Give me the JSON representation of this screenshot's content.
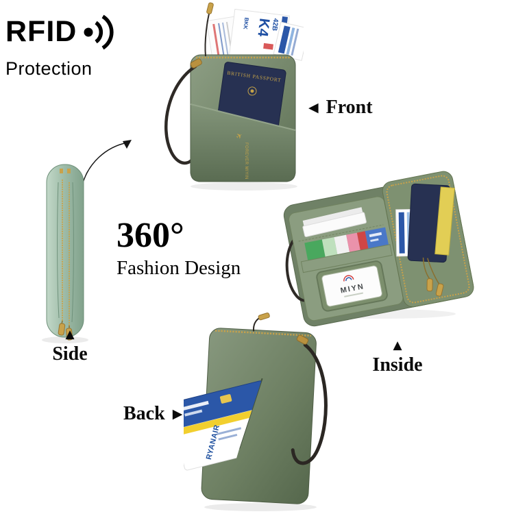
{
  "rfid": {
    "title": "RFID",
    "subtitle": "Protection",
    "icon": "rfid-signal-waves"
  },
  "center": {
    "degree": "360°",
    "subtitle": "Fashion Design"
  },
  "labels": {
    "front": {
      "arrow": "◀",
      "text": "Front"
    },
    "side": {
      "arrow": "▲",
      "text": "Side"
    },
    "inside": {
      "arrow": "▲",
      "text": "Inside"
    },
    "back": {
      "text": "Back",
      "arrow": "▶"
    }
  },
  "front_view": {
    "passport_title": "BRITISH PASSPORT",
    "brand": "FOREVER MIYIN",
    "plane_icon": "✈",
    "boarding_pass": {
      "code": "K4",
      "gate": "42B",
      "airport": "BKK"
    }
  },
  "inside_view": {
    "id_card_text": "MIYN"
  },
  "back_view": {
    "airline": "RYANAIR"
  },
  "colors": {
    "wallet_green": "#76886c",
    "wallet_green_light": "#9cbaa6",
    "wallet_green_dark": "#5d7055",
    "zipper_gold": "#c9a24a",
    "passport_navy": "#273152",
    "accent_blue": "#2b57a8",
    "text_black": "#111111"
  }
}
